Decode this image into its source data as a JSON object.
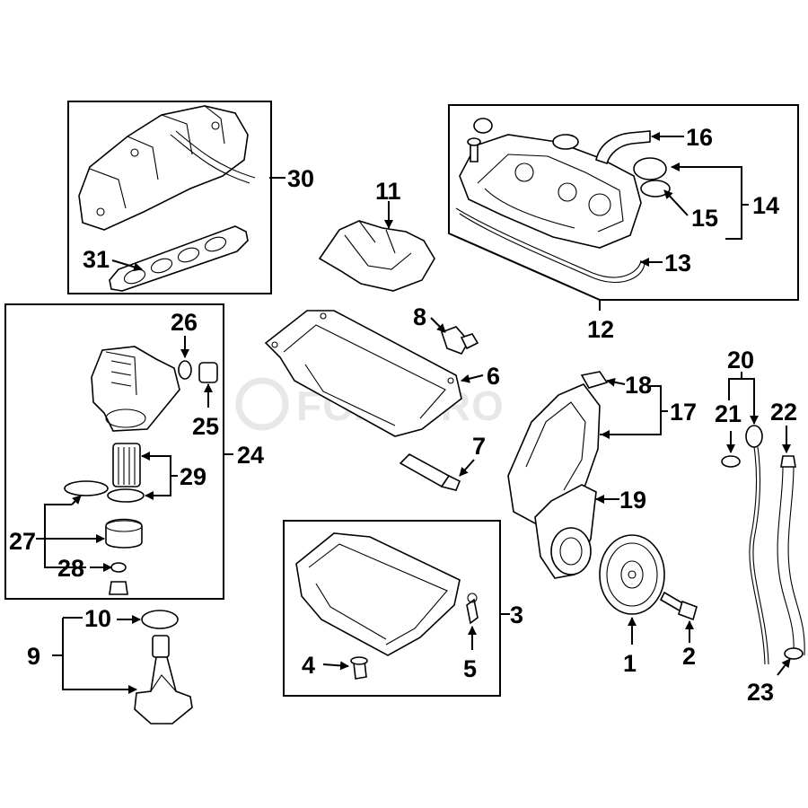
{
  "diagram": {
    "watermark": "FCPEURO",
    "callouts": [
      "1",
      "2",
      "3",
      "4",
      "5",
      "6",
      "7",
      "8",
      "9",
      "10",
      "11",
      "12",
      "13",
      "14",
      "15",
      "16",
      "17",
      "18",
      "19",
      "20",
      "21",
      "22",
      "23",
      "24",
      "25",
      "26",
      "27",
      "28",
      "29",
      "30",
      "31"
    ]
  }
}
